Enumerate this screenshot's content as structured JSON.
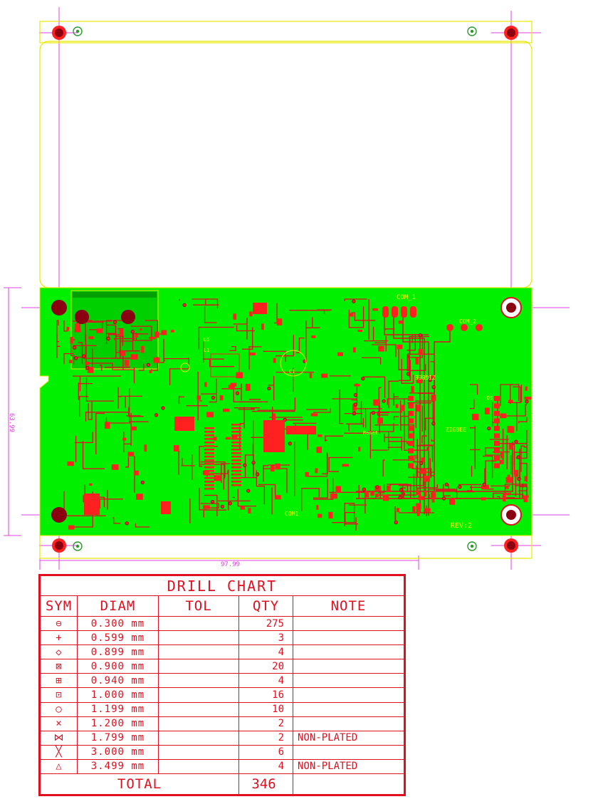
{
  "board": {
    "silk_labels": {
      "com1_top": "COM_1",
      "com2_top": "COM_2",
      "com1_bottom": "COM1",
      "zigbee_a": "ZIGBEE",
      "zigbee_b": "ZIGBEE",
      "reset": "Reset",
      "rev": "REV:2",
      "u5": "U5",
      "l1": "L1",
      "c1": "C1",
      "ds": "DS"
    },
    "dimension_width": "97.99",
    "dimension_height": "63.99",
    "colors": {
      "copper": "#00f000",
      "trace": "#e01020",
      "silk": "#f0f000",
      "outline": "#e8e800",
      "dimension": "#e040e0",
      "pad": "#ff2020",
      "drill_hole": "#8a0010"
    }
  },
  "drill_chart": {
    "title": "DRILL CHART",
    "headers": {
      "sym": "SYM",
      "diam": "DIAM",
      "tol": "TOL",
      "qty": "QTY",
      "note": "NOTE"
    },
    "rows": [
      {
        "sym": "⊖",
        "diam": "0.300 mm",
        "tol": "",
        "qty": "275",
        "note": ""
      },
      {
        "sym": "+",
        "diam": "0.599 mm",
        "tol": "",
        "qty": "3",
        "note": ""
      },
      {
        "sym": "◇",
        "diam": "0.899 mm",
        "tol": "",
        "qty": "4",
        "note": ""
      },
      {
        "sym": "⊠",
        "diam": "0.900 mm",
        "tol": "",
        "qty": "20",
        "note": ""
      },
      {
        "sym": "⊞",
        "diam": "0.940 mm",
        "tol": "",
        "qty": "4",
        "note": ""
      },
      {
        "sym": "⊡",
        "diam": "1.000 mm",
        "tol": "",
        "qty": "16",
        "note": ""
      },
      {
        "sym": "○",
        "diam": "1.199 mm",
        "tol": "",
        "qty": "10",
        "note": ""
      },
      {
        "sym": "×",
        "diam": "1.200 mm",
        "tol": "",
        "qty": "2",
        "note": ""
      },
      {
        "sym": "⋈",
        "diam": "1.799 mm",
        "tol": "",
        "qty": "2",
        "note": "NON-PLATED"
      },
      {
        "sym": "╳",
        "diam": "3.000 mm",
        "tol": "",
        "qty": "6",
        "note": ""
      },
      {
        "sym": "△",
        "diam": "3.499 mm",
        "tol": "",
        "qty": "4",
        "note": "NON-PLATED"
      }
    ],
    "total_label": "TOTAL",
    "total_qty": "346"
  }
}
